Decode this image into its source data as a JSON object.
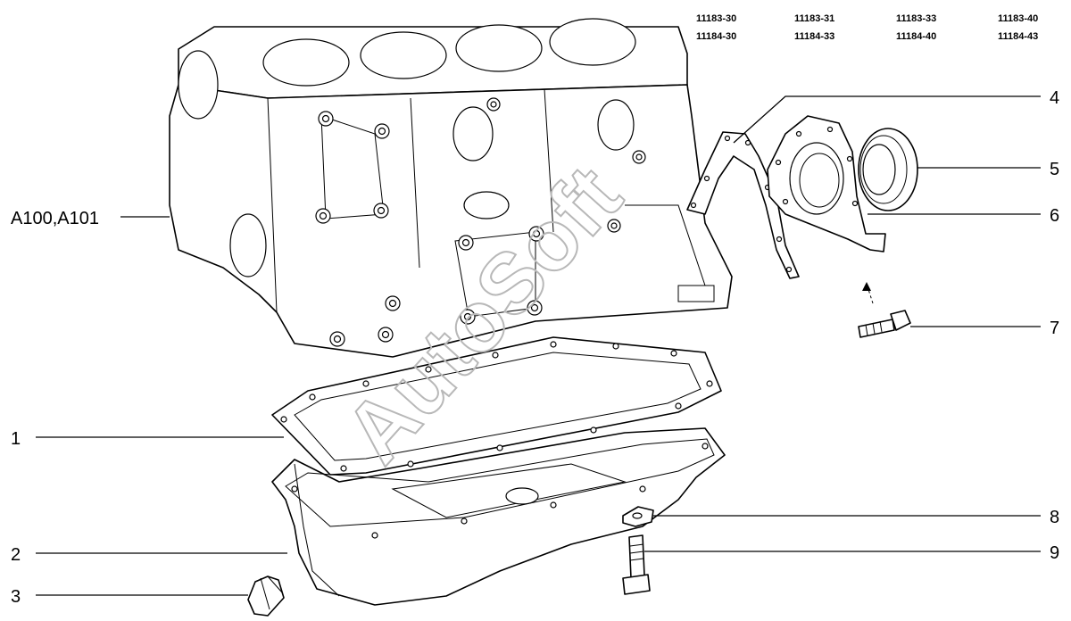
{
  "model_codes": [
    [
      "11183-30",
      "11184-30"
    ],
    [
      "11183-31",
      "11184-33"
    ],
    [
      "11183-33",
      "11184-40"
    ],
    [
      "11183-40",
      "11184-43"
    ]
  ],
  "callouts": {
    "block": "A100,A101",
    "p1": "1",
    "p2": "2",
    "p3": "3",
    "p4": "4",
    "p5": "5",
    "p6": "6",
    "p7": "7",
    "p8": "8",
    "p9": "9"
  },
  "watermark": "AutoSoft"
}
